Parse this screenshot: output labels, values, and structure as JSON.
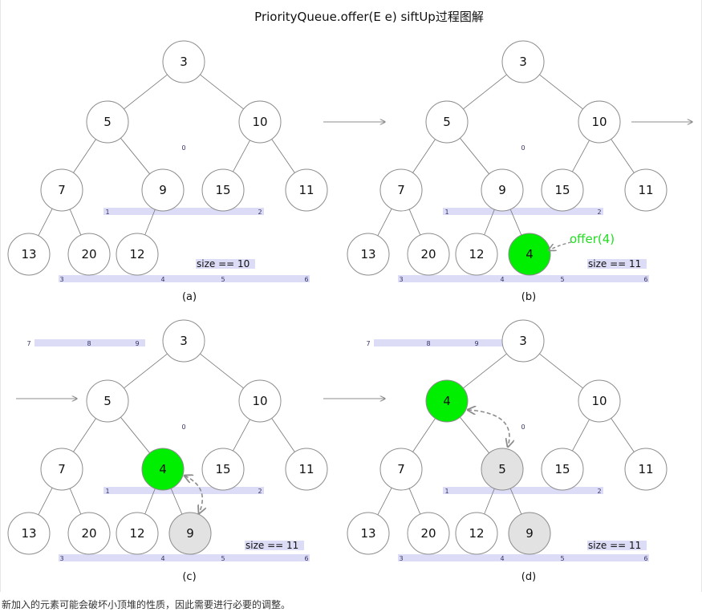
{
  "title": "PriorityQueue.offer(E e) siftUp过程图解",
  "caption": "新加入的元素可能会破坏小顶堆的性质，因此需要进行必要的调整。",
  "colors": {
    "node_fill": "#ffffff",
    "node_stroke": "#8c8c8c",
    "highlight_fill": "#00ee00",
    "moved_fill": "#e2e2e2",
    "index_band": "#dcdcf6",
    "edge": "#777777",
    "offer_text": "#22dd22",
    "arrow": "#8c8c8c"
  },
  "panels": [
    {
      "label": "(a)",
      "size_text": "size == 10",
      "nodes": [
        {
          "value": "3",
          "index": "0",
          "state": "normal"
        },
        {
          "value": "5",
          "index": "1",
          "state": "normal"
        },
        {
          "value": "10",
          "index": "2",
          "state": "normal"
        },
        {
          "value": "7",
          "index": "3",
          "state": "normal"
        },
        {
          "value": "9",
          "index": "4",
          "state": "normal"
        },
        {
          "value": "15",
          "index": "5",
          "state": "normal"
        },
        {
          "value": "11",
          "index": "6",
          "state": "normal"
        },
        {
          "value": "13",
          "index": "7",
          "state": "normal"
        },
        {
          "value": "20",
          "index": "8",
          "state": "normal"
        },
        {
          "value": "12",
          "index": "9",
          "state": "normal"
        }
      ]
    },
    {
      "label": "(b)",
      "size_text": "size == 11",
      "offer_text": "offer(4)",
      "nodes": [
        {
          "value": "3",
          "index": "0",
          "state": "normal"
        },
        {
          "value": "5",
          "index": "1",
          "state": "normal"
        },
        {
          "value": "10",
          "index": "2",
          "state": "normal"
        },
        {
          "value": "7",
          "index": "3",
          "state": "normal"
        },
        {
          "value": "9",
          "index": "4",
          "state": "normal"
        },
        {
          "value": "15",
          "index": "5",
          "state": "normal"
        },
        {
          "value": "11",
          "index": "6",
          "state": "normal"
        },
        {
          "value": "13",
          "index": "7",
          "state": "normal"
        },
        {
          "value": "20",
          "index": "8",
          "state": "normal"
        },
        {
          "value": "12",
          "index": "9",
          "state": "normal"
        },
        {
          "value": "4",
          "index": "10",
          "state": "highlight"
        }
      ]
    },
    {
      "label": "(c)",
      "size_text": "size == 11",
      "nodes": [
        {
          "value": "3",
          "index": "0",
          "state": "normal"
        },
        {
          "value": "5",
          "index": "1",
          "state": "normal"
        },
        {
          "value": "10",
          "index": "2",
          "state": "normal"
        },
        {
          "value": "7",
          "index": "3",
          "state": "normal"
        },
        {
          "value": "4",
          "index": "4",
          "state": "highlight"
        },
        {
          "value": "15",
          "index": "5",
          "state": "normal"
        },
        {
          "value": "11",
          "index": "6",
          "state": "normal"
        },
        {
          "value": "13",
          "index": "7",
          "state": "normal"
        },
        {
          "value": "20",
          "index": "8",
          "state": "normal"
        },
        {
          "value": "12",
          "index": "9",
          "state": "normal"
        },
        {
          "value": "9",
          "index": "10",
          "state": "moved"
        }
      ]
    },
    {
      "label": "(d)",
      "size_text": "size == 11",
      "nodes": [
        {
          "value": "3",
          "index": "0",
          "state": "normal"
        },
        {
          "value": "4",
          "index": "1",
          "state": "highlight"
        },
        {
          "value": "10",
          "index": "2",
          "state": "normal"
        },
        {
          "value": "7",
          "index": "3",
          "state": "normal"
        },
        {
          "value": "5",
          "index": "4",
          "state": "moved"
        },
        {
          "value": "15",
          "index": "5",
          "state": "normal"
        },
        {
          "value": "11",
          "index": "6",
          "state": "normal"
        },
        {
          "value": "13",
          "index": "7",
          "state": "normal"
        },
        {
          "value": "20",
          "index": "8",
          "state": "normal"
        },
        {
          "value": "12",
          "index": "9",
          "state": "normal"
        },
        {
          "value": "9",
          "index": "10",
          "state": "moved"
        }
      ]
    }
  ]
}
